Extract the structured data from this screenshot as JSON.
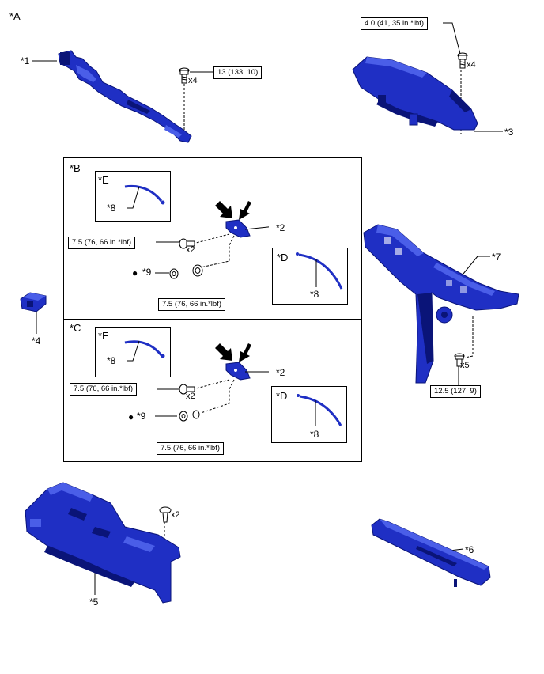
{
  "diagram": {
    "view_labels": {
      "a": "*A",
      "b": "*B",
      "c": "*C",
      "d": "*D",
      "e": "*E"
    },
    "part_callouts": {
      "p1": "*1",
      "p2": "*2",
      "p3": "*3",
      "p4": "*4",
      "p5": "*5",
      "p6": "*6",
      "p7": "*7",
      "p8": "*8",
      "p9": "*9"
    },
    "torque_specs": {
      "t13": "13 (133, 10)",
      "t40": "4.0 (41, 35 in.*lbf)",
      "t75": "7.5 (76, 66 in.*lbf)",
      "t125": "12.5 (127, 9)"
    },
    "quantities": {
      "x2": "x2",
      "x4": "x4",
      "x5": "x5"
    },
    "symbols": {
      "bullet": "●"
    },
    "colors": {
      "part_blue": "#1f2fc4",
      "part_dark": "#0a1478",
      "part_light": "#4a5ee8",
      "line": "#000000"
    }
  }
}
